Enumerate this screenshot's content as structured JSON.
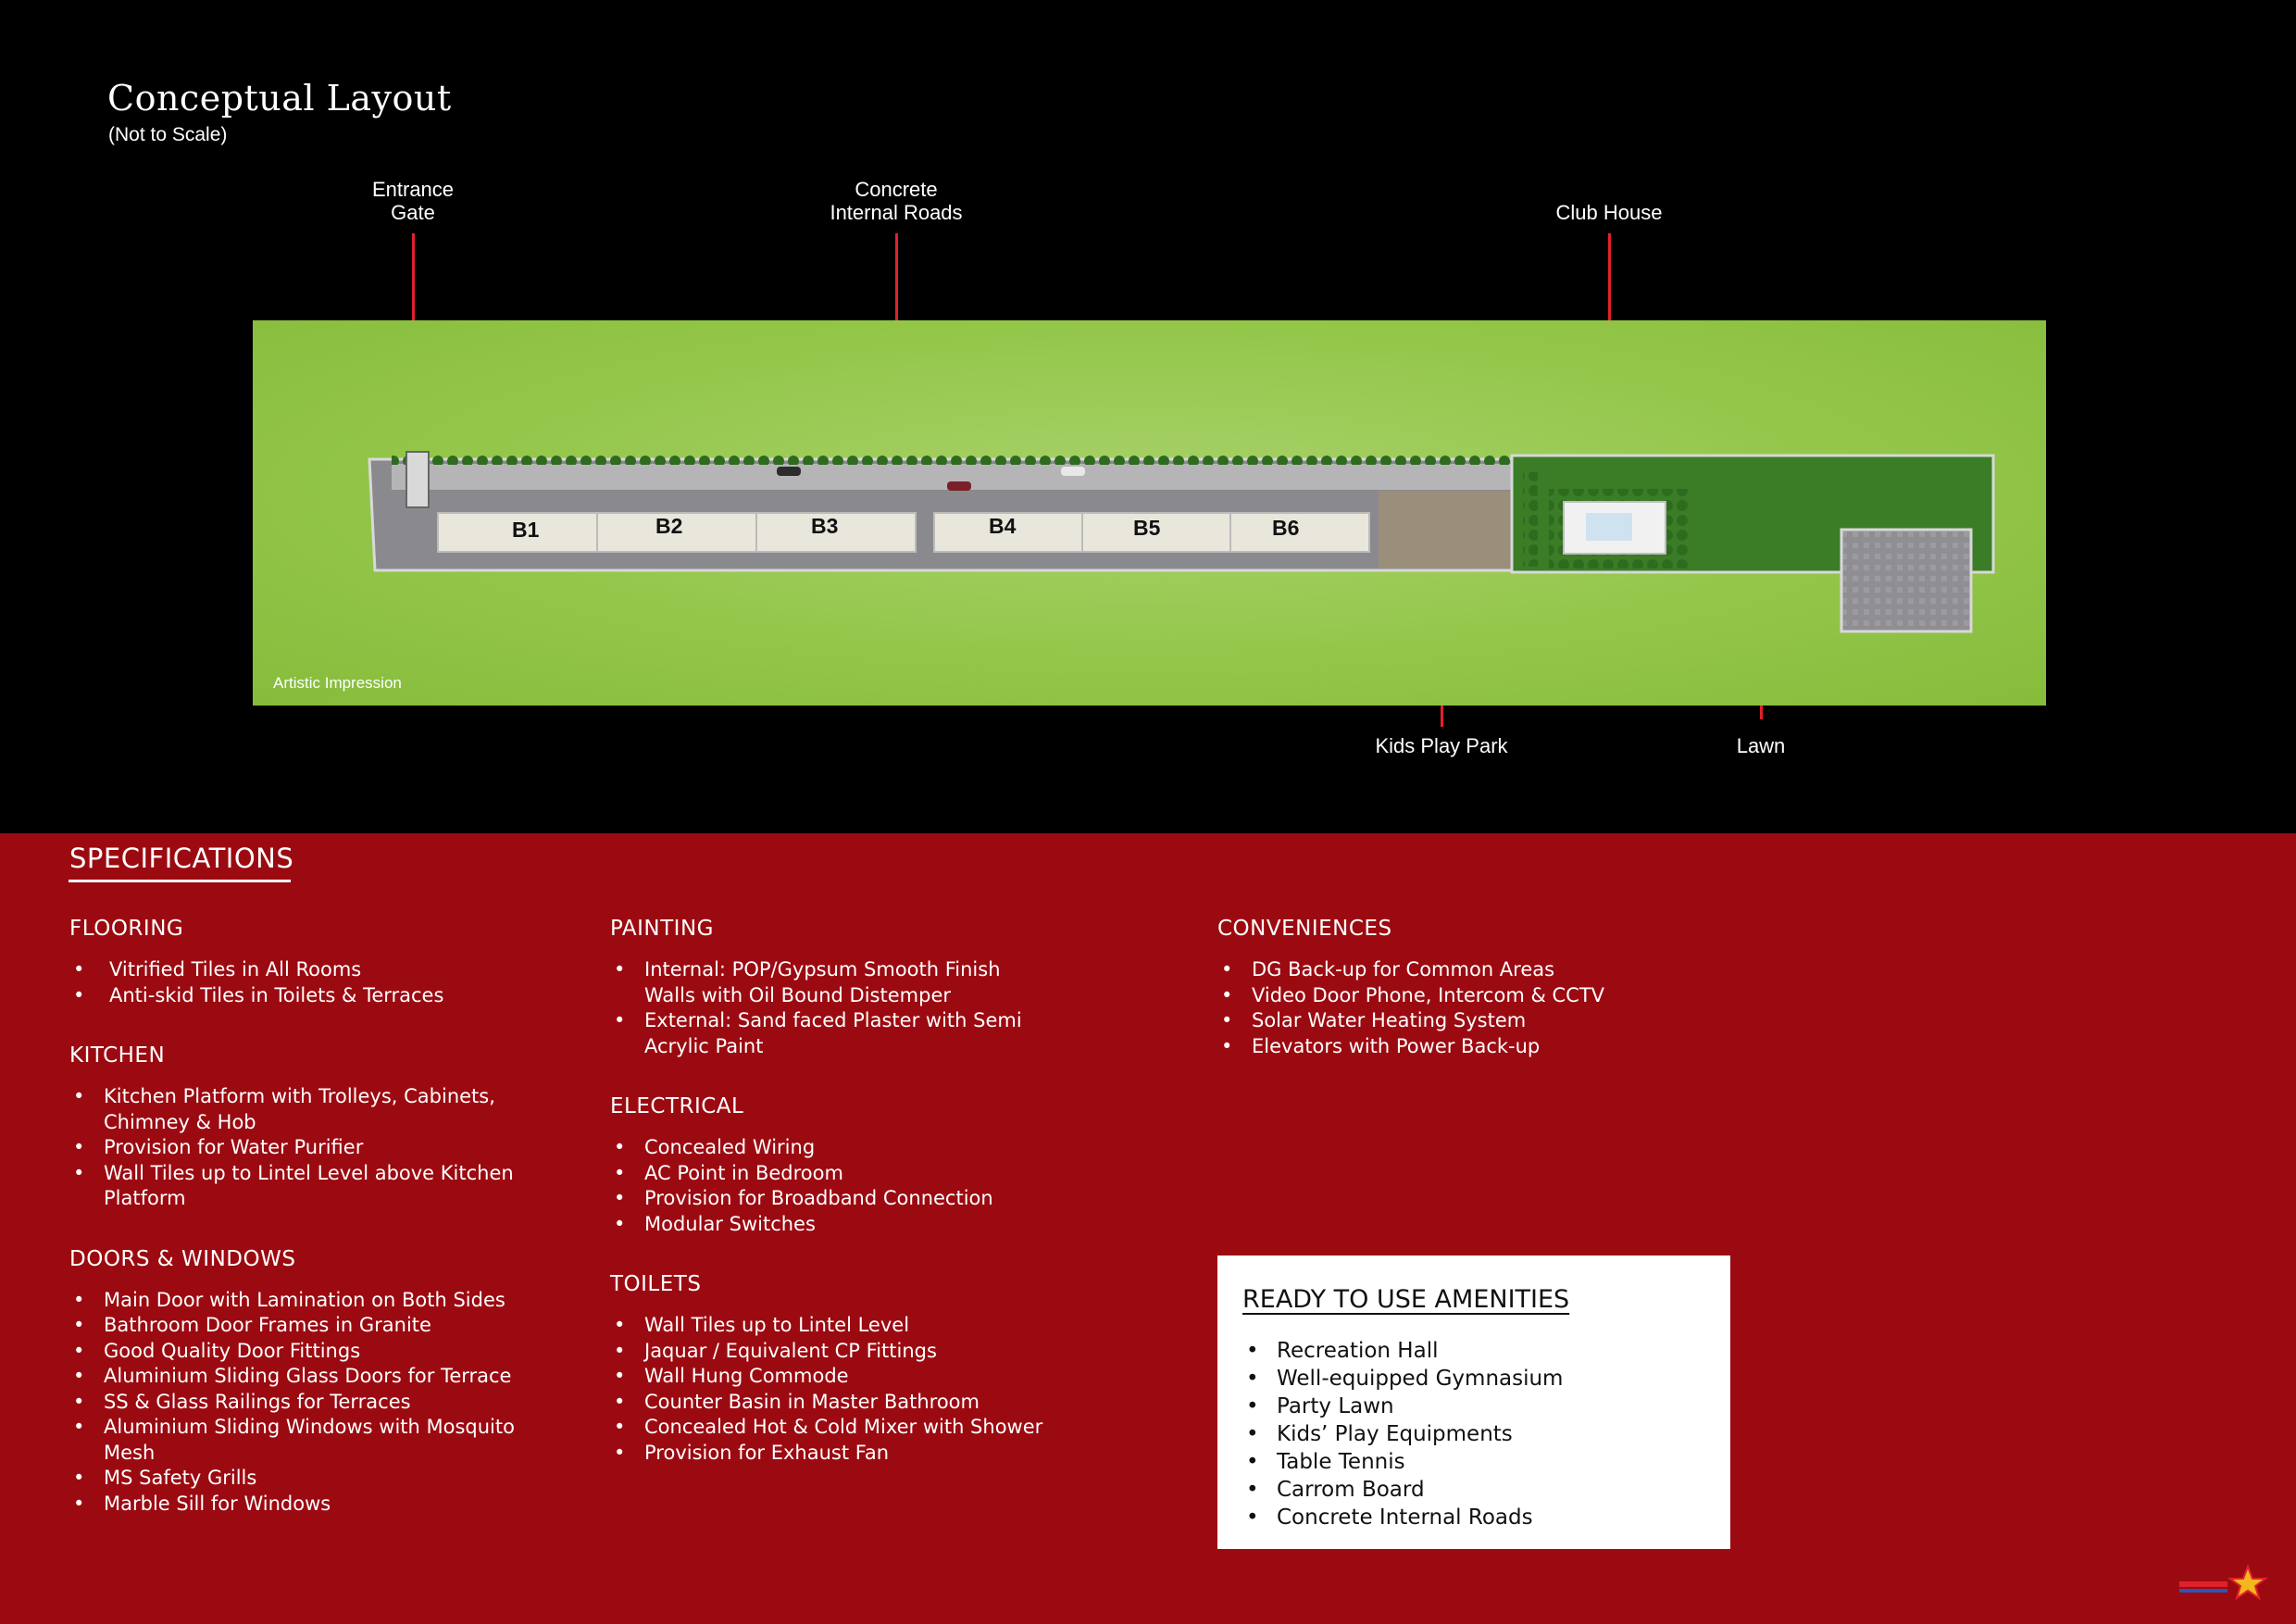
{
  "layout": {
    "title": "Conceptual Layout",
    "subtitle": "(Not to Scale)",
    "callouts": {
      "entrance_gate": [
        "Entrance",
        "Gate"
      ],
      "concrete_roads": [
        "Concrete",
        "Internal Roads"
      ],
      "club_house": "Club House",
      "kids_play_park": "Kids Play Park",
      "lawn": "Lawn"
    },
    "blocks": [
      "B1",
      "B2",
      "B3",
      "B4",
      "B5",
      "B6"
    ],
    "artistic_impression": "Artistic Impression"
  },
  "specifications": {
    "heading": "SPECIFICATIONS",
    "flooring": {
      "title": "FLOORING",
      "items": [
        "Vitrified Tiles in All Rooms",
        "Anti-skid Tiles in Toilets & Terraces"
      ]
    },
    "kitchen": {
      "title": "KITCHEN",
      "items": [
        "Kitchen Platform with Trolleys, Cabinets, Chimney & Hob",
        "Provision for Water Purifier",
        "Wall Tiles up to Lintel Level above Kitchen Platform"
      ]
    },
    "doors_windows": {
      "title": "DOORS & WINDOWS",
      "items": [
        "Main Door with Lamination on Both Sides",
        "Bathroom Door Frames in Granite",
        "Good Quality Door Fittings",
        "Aluminium Sliding Glass Doors for Terrace",
        "SS & Glass Railings for Terraces",
        "Aluminium Sliding Windows with Mosquito Mesh",
        "MS Safety Grills",
        "Marble Sill for Windows"
      ]
    },
    "painting": {
      "title": "PAINTING",
      "items": [
        "Internal: POP/Gypsum Smooth Finish Walls with Oil Bound Distemper",
        "External: Sand faced Plaster with Semi Acrylic Paint"
      ]
    },
    "electrical": {
      "title": "ELECTRICAL",
      "items": [
        "Concealed Wiring",
        "AC Point in Bedroom",
        "Provision for Broadband Connection",
        "Modular Switches"
      ]
    },
    "toilets": {
      "title": "TOILETS",
      "items": [
        "Wall Tiles up to Lintel Level",
        "Jaquar / Equivalent CP Fittings",
        "Wall Hung Commode",
        "Counter Basin in Master Bathroom",
        "Concealed Hot & Cold Mixer with Shower",
        "Provision for Exhaust Fan"
      ]
    },
    "conveniences": {
      "title": "CONVENIENCES",
      "items": [
        "DG Back-up for Common Areas",
        "Video Door Phone, Intercom & CCTV",
        "Solar Water Heating System",
        "Elevators with Power Back-up"
      ]
    },
    "amenities": {
      "title": "READY TO USE AMENITIES",
      "items": [
        "Recreation Hall",
        "Well-equipped Gymnasium",
        "Party Lawn",
        "Kids’ Play Equipments",
        "Table Tennis",
        "Carrom Board",
        "Concrete Internal Roads"
      ]
    }
  },
  "colors": {
    "background_top": "#000000",
    "background_bottom": "#9c0a11",
    "pointer": "#e0212b",
    "grass": "#8cc243"
  },
  "icons": [
    "brand-star-logo-icon"
  ]
}
